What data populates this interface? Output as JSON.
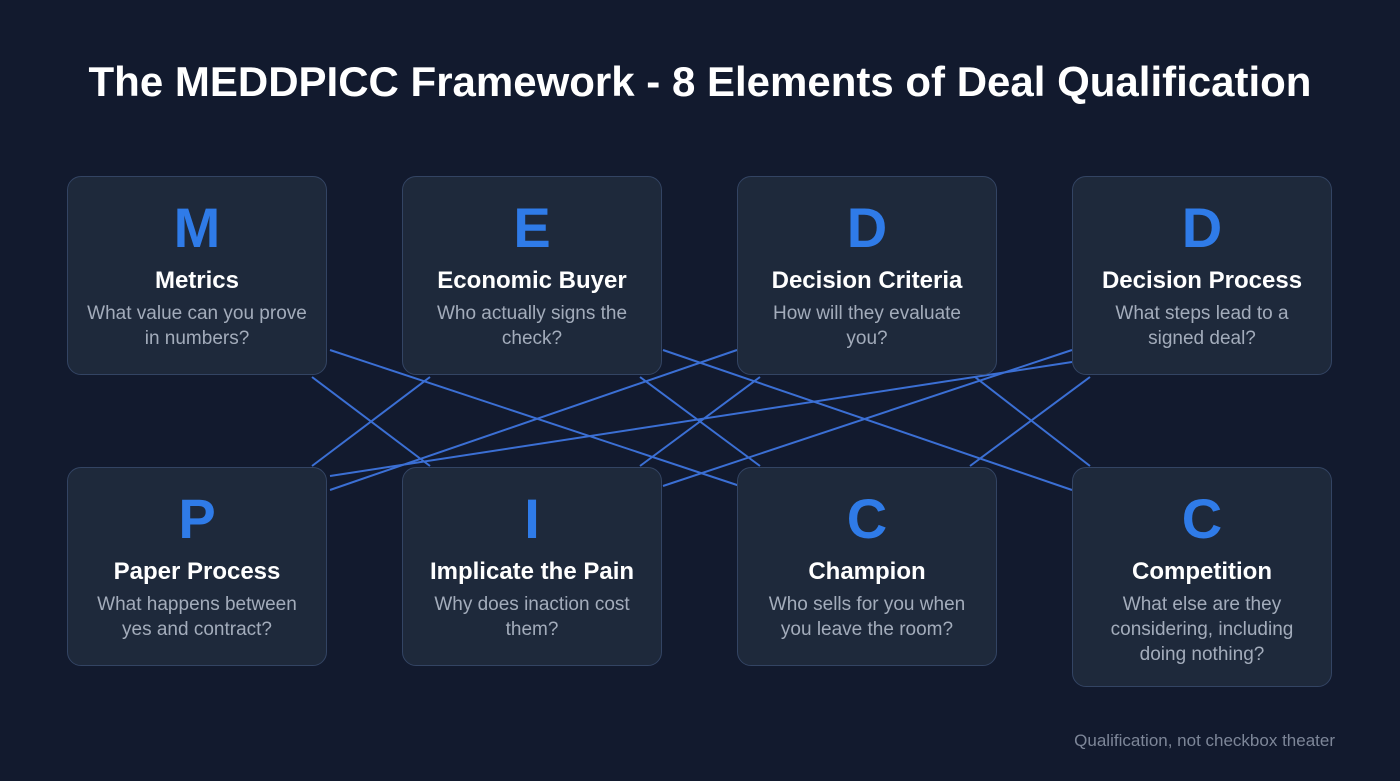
{
  "title": "The MEDDPICC Framework - 8 Elements of Deal Qualification",
  "footer": "Qualification, not checkbox theater",
  "colors": {
    "background": "#121a2e",
    "card": "#1e293b",
    "accent": "#2f7be8",
    "line": "#3b6fd4"
  },
  "cards": [
    {
      "letter": "M",
      "name": "Metrics",
      "question": "What value can you prove in numbers?"
    },
    {
      "letter": "E",
      "name": "Economic Buyer",
      "question": "Who actually signs the check?"
    },
    {
      "letter": "D",
      "name": "Decision Criteria",
      "question": "How will they evaluate you?"
    },
    {
      "letter": "D",
      "name": "Decision Process",
      "question": "What steps lead to a signed deal?"
    },
    {
      "letter": "P",
      "name": "Paper Process",
      "question": "What happens between yes and contract?"
    },
    {
      "letter": "I",
      "name": "Implicate the Pain",
      "question": "Why does inaction cost them?"
    },
    {
      "letter": "C",
      "name": "Champion",
      "question": "Who sells for you when you leave the room?"
    },
    {
      "letter": "C",
      "name": "Competition",
      "question": "What else are they considering, including doing nothing?"
    }
  ]
}
